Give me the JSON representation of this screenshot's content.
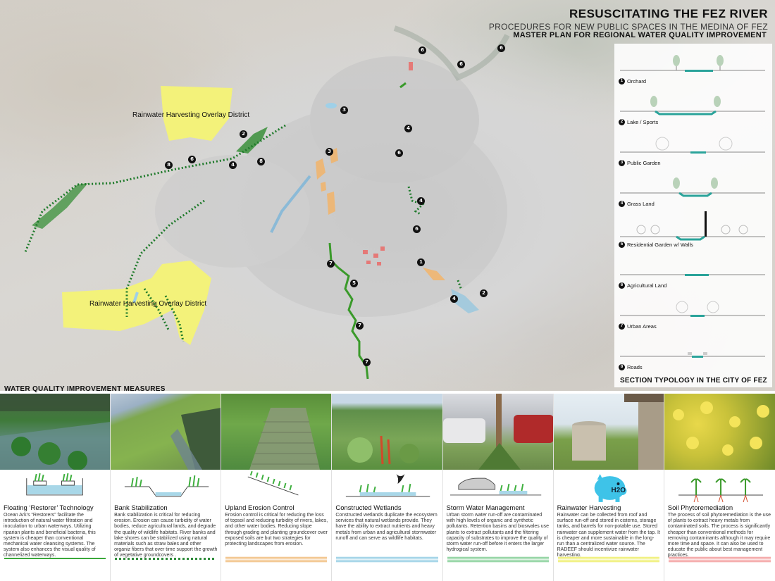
{
  "header": {
    "title": "RESUSCITATING THE FEZ RIVER",
    "subtitle": "PROCEDURES FOR NEW PUBLIC SPACES IN THE MEDINA OF FEZ",
    "master_plan": "MASTER PLAN FOR REGIONAL WATER QUALITY IMPROVEMENT"
  },
  "map": {
    "district_label_top": "Rainwater Harvesting Overlay District",
    "district_label_bottom": "Rainwater Harvesting Overlay District",
    "markers": [
      "6",
      "6",
      "6",
      "3",
      "2",
      "4",
      "8",
      "6",
      "4",
      "8",
      "3",
      "6",
      "4",
      "6",
      "7",
      "5",
      "1",
      "7",
      "7",
      "2",
      "4"
    ]
  },
  "typology": {
    "footer": "SECTION TYPOLOGY IN THE CITY OF FEZ",
    "items": [
      {
        "num": "1",
        "label": "Orchard"
      },
      {
        "num": "2",
        "label": "Lake / Sports"
      },
      {
        "num": "3",
        "label": "Public Garden"
      },
      {
        "num": "4",
        "label": "Grass Land"
      },
      {
        "num": "5",
        "label": "Residential Garden w/ Walls"
      },
      {
        "num": "6",
        "label": "Agricultural Land"
      },
      {
        "num": "7",
        "label": "Urban Areas"
      },
      {
        "num": "8",
        "label": "Roads"
      }
    ]
  },
  "measures": {
    "heading": "WATER QUALITY IMPROVEMENT MEASURES",
    "cards": [
      {
        "title": "Floating ‘Restorer’ Technology",
        "desc": "Ocean Ark’s “Restorers” facilitate the introduction of natural water filtration and inoculation to urban waterways. Utilizing riparian plants and beneficial bacteria, this system is cheaper than conventional mechanical water cleansing systems. The system also enhances the visual quality of channelized waterways.",
        "color": "#3aa83a"
      },
      {
        "title": "Bank Stabilization",
        "desc": "Bank stabilization is critical for reducing erosion. Erosion can cause turbidity of water bodies, reduce agricultural lands, and degrade the quality of wildlife habitats. River banks and lake shores can be stabilized using natural materials such as straw bales and other organiz fibers that over time support the growth of vegetative groundcovers .",
        "color": "#2e8b3a"
      },
      {
        "title": "Upland Erosion Control",
        "desc": "Erosion control is critical for reducing the loss of topsoil and reducing turbidity of rivers, lakes, and other water bodies. Reducing slope through grading and planting groundcover over exposed soils are but two strategies for protecting landscapes from erosion.",
        "color": "#f2c48a"
      },
      {
        "title": "Constructed Wetlands",
        "desc": "Constructed wetlands duplicate the ecosystem services that natural wetlands provide. They have the ability to extract nutrients and heavy metals from urban and agricultural stormwater runoff and can serve as wildlife habitats.",
        "color": "#9fd2e6"
      },
      {
        "title": "Storm Water Management",
        "desc": "Urban storm water run-off are contaminated with high levels of organic and synthetic pollutants. Retention basins and bioswales use plants to extract pollutants and the filtering capacity of substrates to improve the quality of storm water run-off before it enters the larger hydrogical system.",
        "color": "#8fd3a0"
      },
      {
        "title": "Rainwater Harvesting",
        "desc": "Rainwater can be collected from roof  and surface run-off and stored in cisterns, storage tanks, and barrels for non-potable use. Stored rainwater can supplement water from the tap. It is cheaper and more sustainable in the long-run than a centralized water source. The RADEEF should incentivize rainwater harvesting.",
        "color": "#f0f07a"
      },
      {
        "title": "Soil Phytoremediation",
        "desc": "The process of soil phytoremediation is the use of plants to extract heavy metals from contaminated soils. The process is significantly cheaper than conventional methods for removing contaminants although it may require more time and space. It can also be used to educate the public about best management practices.",
        "color": "#f4a6a6"
      }
    ],
    "piggy_label": "H2O"
  }
}
